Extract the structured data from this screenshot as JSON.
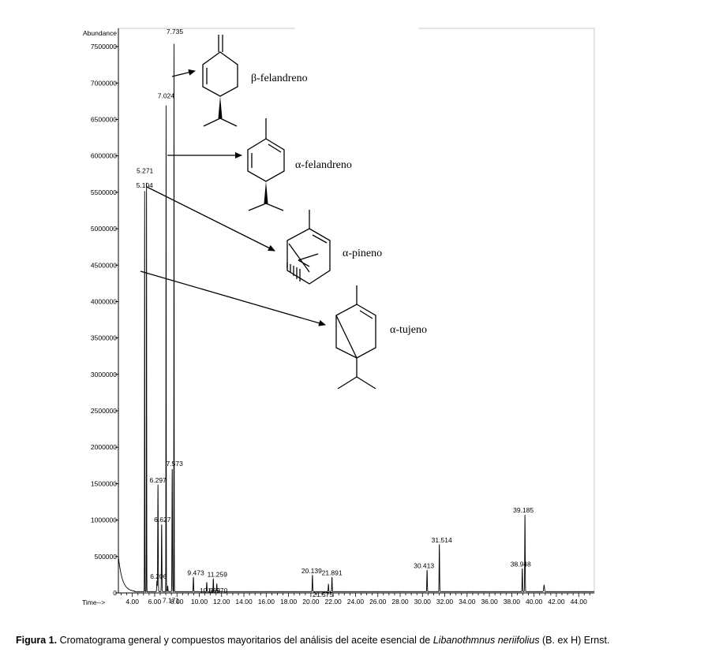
{
  "chart_data": {
    "type": "line",
    "ylabel": "Abundance",
    "xlabel": "Time-->",
    "xlim": [
      2.75,
      45.4
    ],
    "ylim": [
      0,
      7750000
    ],
    "y_ticks": [
      0,
      500000,
      1000000,
      1500000,
      2000000,
      2500000,
      3000000,
      3500000,
      4000000,
      4500000,
      5000000,
      5500000,
      6000000,
      6500000,
      7000000,
      7500000
    ],
    "y_tick_labels": [
      "0",
      "500000",
      "1000000",
      "1500000",
      "2000000",
      "2500000",
      "3000000",
      "3500000",
      "4000000",
      "4500000",
      "5000000",
      "5500000",
      "6000000",
      "6500000",
      "7000000",
      "7500000"
    ],
    "x_ticks": [
      4,
      6,
      8,
      10,
      12,
      14,
      16,
      18,
      20,
      22,
      24,
      26,
      28,
      30,
      32,
      34,
      36,
      38,
      40,
      42,
      44
    ],
    "x_tick_labels": [
      "4.00",
      "6.00",
      "8.00",
      "10.00",
      "12.00",
      "14.00",
      "16.00",
      "18.00",
      "20.00",
      "22.00",
      "24.00",
      "26.00",
      "28.00",
      "30.00",
      "32.00",
      "34.00",
      "36.00",
      "38.00",
      "40.00",
      "42.00",
      "44.00"
    ],
    "peaks": [
      {
        "rt": 5.104,
        "label": "5.104",
        "abundance": 5520000
      },
      {
        "rt": 5.271,
        "label": "5.271",
        "abundance": 5720000
      },
      {
        "rt": 6.206,
        "label": "6.206",
        "abundance": 150000
      },
      {
        "rt": 6.297,
        "label": "6.297",
        "abundance": 1470000
      },
      {
        "rt": 6.627,
        "label": "6.627",
        "abundance": 930000
      },
      {
        "rt": 7.024,
        "label": "7.024",
        "abundance": 6750000
      },
      {
        "rt": 7.171,
        "label": "7.171",
        "abundance": 80000
      },
      {
        "rt": 7.573,
        "label": "7.573",
        "abundance": 1700000
      },
      {
        "rt": 7.735,
        "label": "7.735",
        "abundance": 7620000
      },
      {
        "rt": 9.473,
        "label": "9.473",
        "abundance": 200000
      },
      {
        "rt": 10.669,
        "label": "10.669",
        "abundance": 130000
      },
      {
        "rt": 11.259,
        "label": "11.259",
        "abundance": 180000
      },
      {
        "rt": 11.57,
        "label": "11.570",
        "abundance": 110000
      },
      {
        "rt": 20.139,
        "label": "20.139",
        "abundance": 230000
      },
      {
        "rt": 21.575,
        "label": "21.575",
        "abundance": 100000
      },
      {
        "rt": 21.891,
        "label": "21.891",
        "abundance": 200000
      },
      {
        "rt": 30.413,
        "label": "30.413",
        "abundance": 300000
      },
      {
        "rt": 31.514,
        "label": "31.514",
        "abundance": 650000
      },
      {
        "rt": 38.948,
        "label": "38.948",
        "abundance": 320000
      },
      {
        "rt": 39.185,
        "label": "39.185",
        "abundance": 1060000
      }
    ],
    "compounds": [
      {
        "name": "β-felandreno",
        "peak": "7.735"
      },
      {
        "name": "α-felandreno",
        "peak": "7.024"
      },
      {
        "name": "α-pineno",
        "peak": "5.271"
      },
      {
        "name": "α-tujeno",
        "peak": "5.104"
      }
    ]
  },
  "caption": {
    "prefix": "Figura 1.",
    "text": " Cromatograma general y compuestos mayoritarios del análisis del aceite esencial de ",
    "species": "Libanothmnus neriifolius",
    "suffix": " (B. ex H) Ernst."
  }
}
